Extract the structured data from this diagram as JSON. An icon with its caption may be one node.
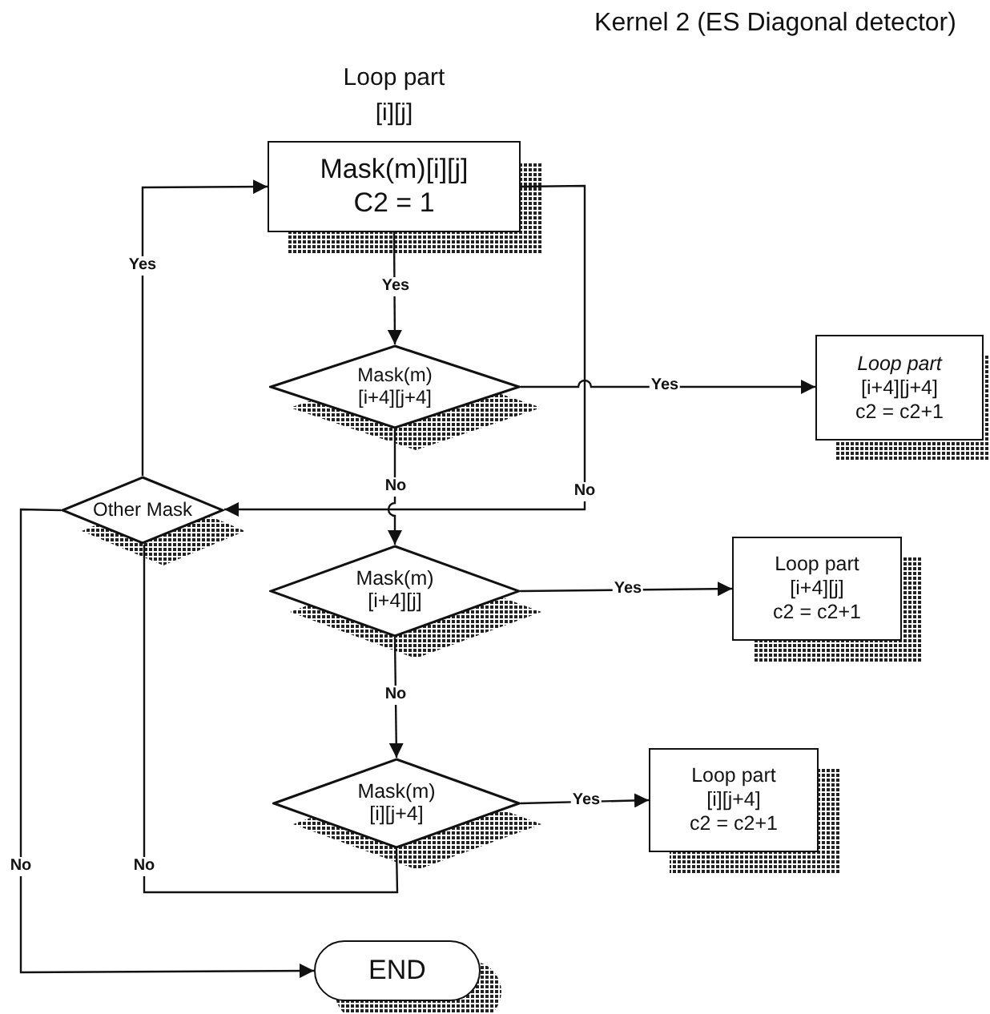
{
  "diagram": {
    "title": "Kernel 2 (ES Diagonal detector)",
    "nodes": [
      {
        "text": [
          "Loop part [i][j]",
          "Mask(m)[i][j]",
          "C2 = 1"
        ]
      },
      {
        "text": [
          "Mask(m)",
          "[i+4][j+4]"
        ]
      },
      {
        "text": [
          "Loop part",
          "[i+4][j+4]",
          "c2 = c2+1"
        ]
      },
      {
        "text": [
          "Other Mask"
        ]
      },
      {
        "text": [
          "Mask(m)",
          "[i+4][j]"
        ]
      },
      {
        "text": [
          "Loop part",
          "[i+4][j]",
          "c2 = c2+1"
        ]
      },
      {
        "text": [
          "Mask(m)",
          "[i][j+4]"
        ]
      },
      {
        "text": [
          "Loop part",
          "[i][j+4]",
          "c2 = c2+1"
        ]
      },
      {
        "text": [
          "END"
        ]
      }
    ],
    "edges": [
      {
        "from": 0,
        "to": 1,
        "arrow": "to",
        "label": "Yes"
      },
      {
        "from": 1,
        "to": 2,
        "arrow": "to",
        "label": "Yes"
      },
      {
        "from": 0,
        "to": 3,
        "arrow": "to",
        "label": "No"
      },
      {
        "from": 1,
        "to": 4,
        "arrow": "to",
        "label": "No"
      },
      {
        "from": 3,
        "to": 0,
        "arrow": "to",
        "label": "Yes"
      },
      {
        "from": 3,
        "to": 8,
        "arrow": "to",
        "label": "No"
      },
      {
        "from": 4,
        "to": 5,
        "arrow": "to",
        "label": "Yes"
      },
      {
        "from": 4,
        "to": 6,
        "arrow": "to",
        "label": "No"
      },
      {
        "from": 6,
        "to": 7,
        "arrow": "to",
        "label": "Yes"
      },
      {
        "from": 6,
        "to": 3,
        "arrow": "none",
        "label": "No"
      }
    ]
  }
}
